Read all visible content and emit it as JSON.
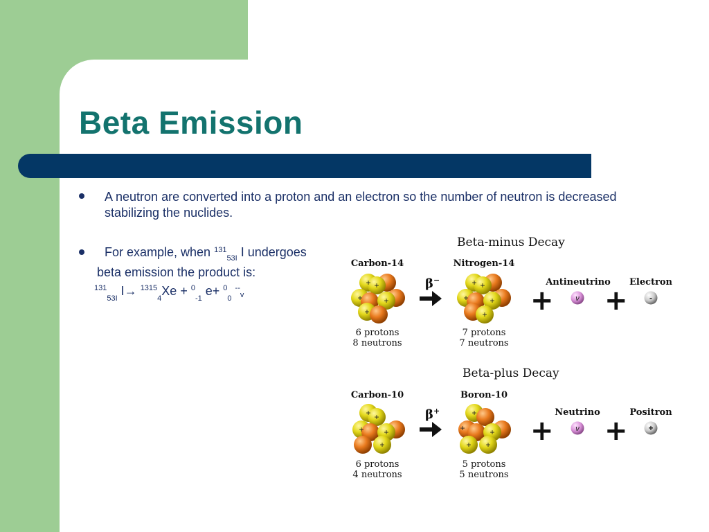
{
  "slide": {
    "title": "Beta Emission",
    "colors": {
      "green": "#9dcd94",
      "title": "#13736e",
      "bar": "#043765",
      "body_text": "#1a2f66"
    }
  },
  "bullets": [
    {
      "line1": "A neutron are converted into a proton and an electron so the number of neutron is decreased",
      "line2": "stabilizing the nuclides."
    },
    {
      "prefix": "For example, when ",
      "sup": "131",
      "sub": "53I",
      "suffix": " I undergoes",
      "line2": "beta emission the product is:"
    }
  ],
  "equation": {
    "a_sup": "131",
    "a_sub": "53I",
    "a_rest": " I",
    "arrow": "→",
    "b_sup": "1315",
    "b_sub": "4",
    "b_rest": "Xe + ",
    "c_sup": "0",
    "c_sub": "-1",
    "c_rest": " e+ ",
    "d_sup": "0",
    "d_sub": "0",
    "e_sup": "--",
    "e_sub": "v"
  },
  "diagram": {
    "beta_minus": {
      "title": "Beta-minus Decay",
      "parent": {
        "name": "Carbon-14",
        "protons": "6 protons",
        "neutrons": "8 neutrons"
      },
      "daughter": {
        "name": "Nitrogen-14",
        "protons": "7 protons",
        "neutrons": "7 neutrons"
      },
      "beta_symbol": "β",
      "beta_charge": "−",
      "particle1": {
        "name": "Antineutrino",
        "symbol": "ν"
      },
      "particle2": {
        "name": "Electron",
        "symbol": "-"
      }
    },
    "beta_plus": {
      "title": "Beta-plus Decay",
      "parent": {
        "name": "Carbon-10",
        "protons": "6 protons",
        "neutrons": "4 neutrons"
      },
      "daughter": {
        "name": "Boron-10",
        "protons": "5 protons",
        "neutrons": "5 neutrons"
      },
      "beta_symbol": "β",
      "beta_charge": "+",
      "particle1": {
        "name": "Neutrino",
        "symbol": "ν"
      },
      "particle2": {
        "name": "Positron",
        "symbol": "+"
      }
    },
    "plus_sign": "+"
  }
}
